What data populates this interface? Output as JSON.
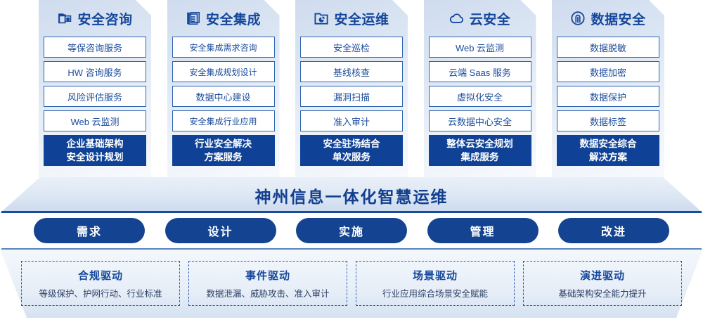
{
  "columns": [
    {
      "icon": "folder-shield-icon",
      "title": "安全咨询",
      "services": [
        "等保咨询服务",
        "HW 咨询服务",
        "风险评估服务",
        "Web 云监测"
      ],
      "highlight_line1": "企业基础架构",
      "highlight_line2": "安全设计规划"
    },
    {
      "icon": "documents-stack-icon",
      "title": "安全集成",
      "services": [
        "安全集成需求咨询",
        "安全集成规划设计",
        "数据中心建设",
        "安全集成行业应用"
      ],
      "highlight_line1": "行业安全解决",
      "highlight_line2": "方案服务"
    },
    {
      "icon": "folder-chart-icon",
      "title": "安全运维",
      "services": [
        "安全巡检",
        "基线核查",
        "漏洞扫描",
        "准入审计"
      ],
      "highlight_line1": "安全驻场结合",
      "highlight_line2": "单次服务"
    },
    {
      "icon": "cloud-icon",
      "title": "云安全",
      "services": [
        "Web 云监测",
        "云端 Saas 服务",
        "虚拟化安全",
        "云数据中心安全"
      ],
      "highlight_line1": "整体云安全规划",
      "highlight_line2": "集成服务"
    },
    {
      "icon": "fingerprint-icon",
      "title": "数据安全",
      "services": [
        "数据脱敏",
        "数据加密",
        "数据保护",
        "数据标签"
      ],
      "highlight_line1": "数据安全综合",
      "highlight_line2": "解决方案"
    }
  ],
  "banner": {
    "text": "神州信息一体化智慧运维"
  },
  "phases": [
    {
      "label": "需求"
    },
    {
      "label": "设计"
    },
    {
      "label": "实施"
    },
    {
      "label": "管理"
    },
    {
      "label": "改进"
    }
  ],
  "drivers": [
    {
      "title": "合规驱动",
      "subtitle": "等级保护、护网行动、行业标准"
    },
    {
      "title": "事件驱动",
      "subtitle": "数据泄漏、威胁攻击、准入审计"
    },
    {
      "title": "场景驱动",
      "subtitle": "行业应用综合场景安全赋能"
    },
    {
      "title": "演进驱动",
      "subtitle": "基础架构安全能力提升"
    }
  ],
  "colors": {
    "brand_blue": "#134391",
    "deep_blue": "#0f4296",
    "card_border": "#2e63ae",
    "text_blue": "#15479b"
  }
}
